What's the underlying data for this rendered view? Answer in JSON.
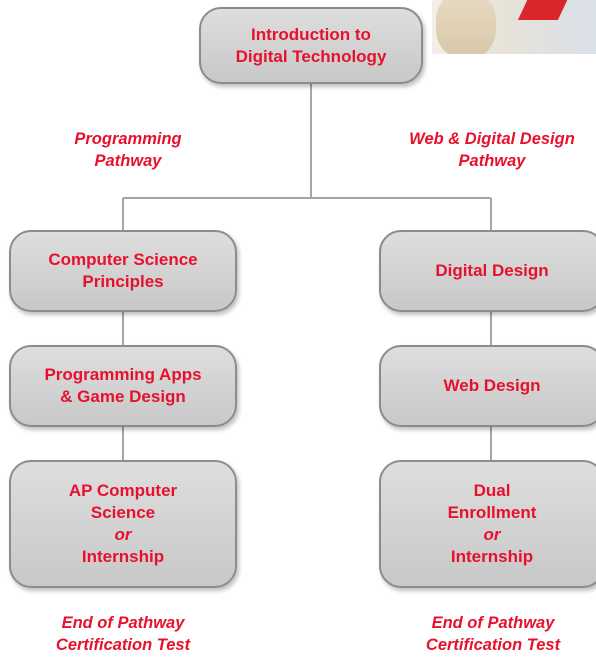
{
  "root": {
    "lines": [
      "Introduction to",
      "Digital Technology"
    ]
  },
  "pathways": {
    "left": {
      "title_lines": [
        "Programming",
        "Pathway"
      ],
      "boxes": [
        {
          "lines": [
            "Computer Science",
            "Principles"
          ]
        },
        {
          "lines": [
            "Programming Apps",
            "& Game Design"
          ]
        },
        {
          "lines": [
            "AP Computer",
            "Science",
            "or",
            "Internship"
          ]
        }
      ],
      "end_lines": [
        "End of Pathway",
        "Certification Test"
      ]
    },
    "right": {
      "title_lines": [
        "Web & Digital Design",
        "Pathway"
      ],
      "boxes": [
        {
          "lines": [
            "Digital Design"
          ]
        },
        {
          "lines": [
            "Web Design"
          ]
        },
        {
          "lines": [
            "Dual",
            "Enrollment",
            "or",
            "Internship"
          ]
        }
      ],
      "end_lines": [
        "End of Pathway",
        "Certification Test"
      ]
    }
  },
  "colors": {
    "text": "#e8112d",
    "box_border": "#8c8c8c",
    "box_fill": "#d2d2d2",
    "connector": "#a6a6a6"
  }
}
